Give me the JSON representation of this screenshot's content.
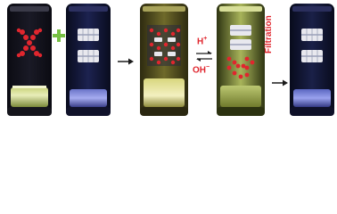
{
  "labels": {
    "acid": "H",
    "acid_sup": "+",
    "base": "OH",
    "base_sup": "−",
    "filtration": "Filtration"
  },
  "colors": {
    "accent_red": "#e0262e",
    "plus_green": "#76c043",
    "arrow_black": "#1a1a1a"
  },
  "icons": {
    "plus": "plus-icon",
    "arrow": "arrow-right-icon",
    "equilibrium": "equilibrium-arrows-icon"
  },
  "vials": [
    {
      "name": "vial-molecule-solution",
      "content": "red-molecule"
    },
    {
      "name": "vial-host-solution",
      "content": "host-rings"
    },
    {
      "name": "vial-gel",
      "content": "gel-network"
    },
    {
      "name": "vial-acidified",
      "content": "released-molecule"
    },
    {
      "name": "vial-filtered",
      "content": "host-rings"
    }
  ]
}
